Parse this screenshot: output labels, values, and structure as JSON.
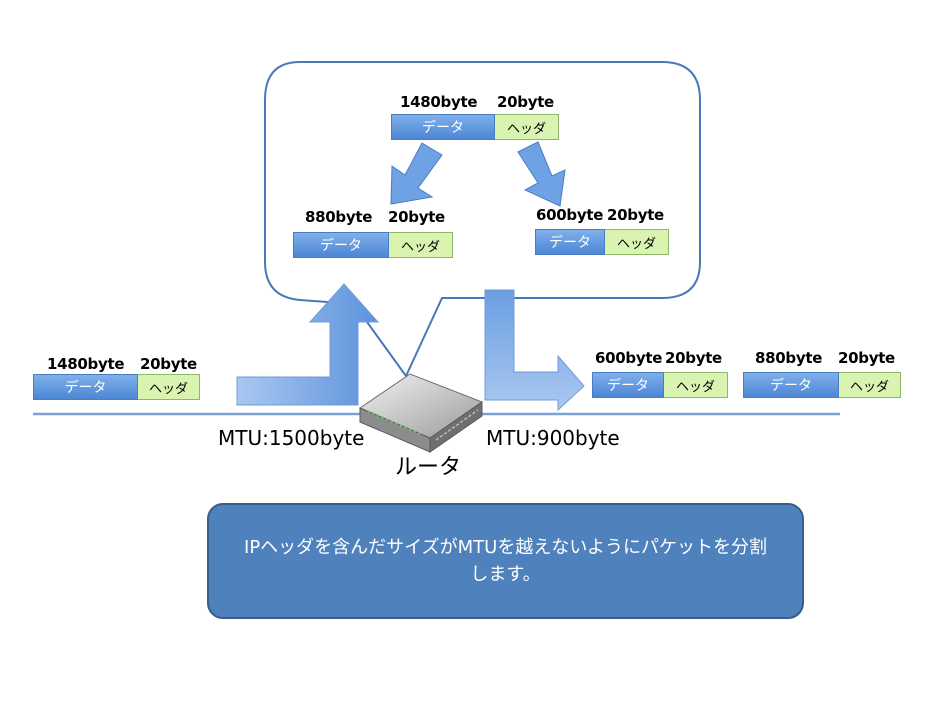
{
  "incoming_packet": {
    "data_size": "1480byte",
    "header_size": "20byte",
    "data_label": "データ",
    "header_label": "ヘッダ"
  },
  "router_box": {
    "original": {
      "data_size": "1480byte",
      "header_size": "20byte",
      "data_label": "データ",
      "header_label": "ヘッダ"
    },
    "fragment_left": {
      "data_size": "880byte",
      "header_size": "20byte",
      "data_label": "データ",
      "header_label": "ヘッダ"
    },
    "fragment_right": {
      "data_size": "600byte",
      "header_size": "20byte",
      "data_label": "データ",
      "header_label": "ヘッダ"
    }
  },
  "outgoing_packets": [
    {
      "data_size": "600byte",
      "header_size": "20byte",
      "data_label": "データ",
      "header_label": "ヘッダ"
    },
    {
      "data_size": "880byte",
      "header_size": "20byte",
      "data_label": "データ",
      "header_label": "ヘッダ"
    }
  ],
  "mtu_left": "MTU:1500byte",
  "mtu_right": "MTU:900byte",
  "router_label": "ルータ",
  "note": "IPヘッダを含んだサイズがMTUを越えないようにパケットを分割します。",
  "colors": {
    "accent_blue": "#4f81bd",
    "data_fill": "#5b92dd",
    "header_fill": "#d8f4b0",
    "line": "#7aa0d6"
  }
}
